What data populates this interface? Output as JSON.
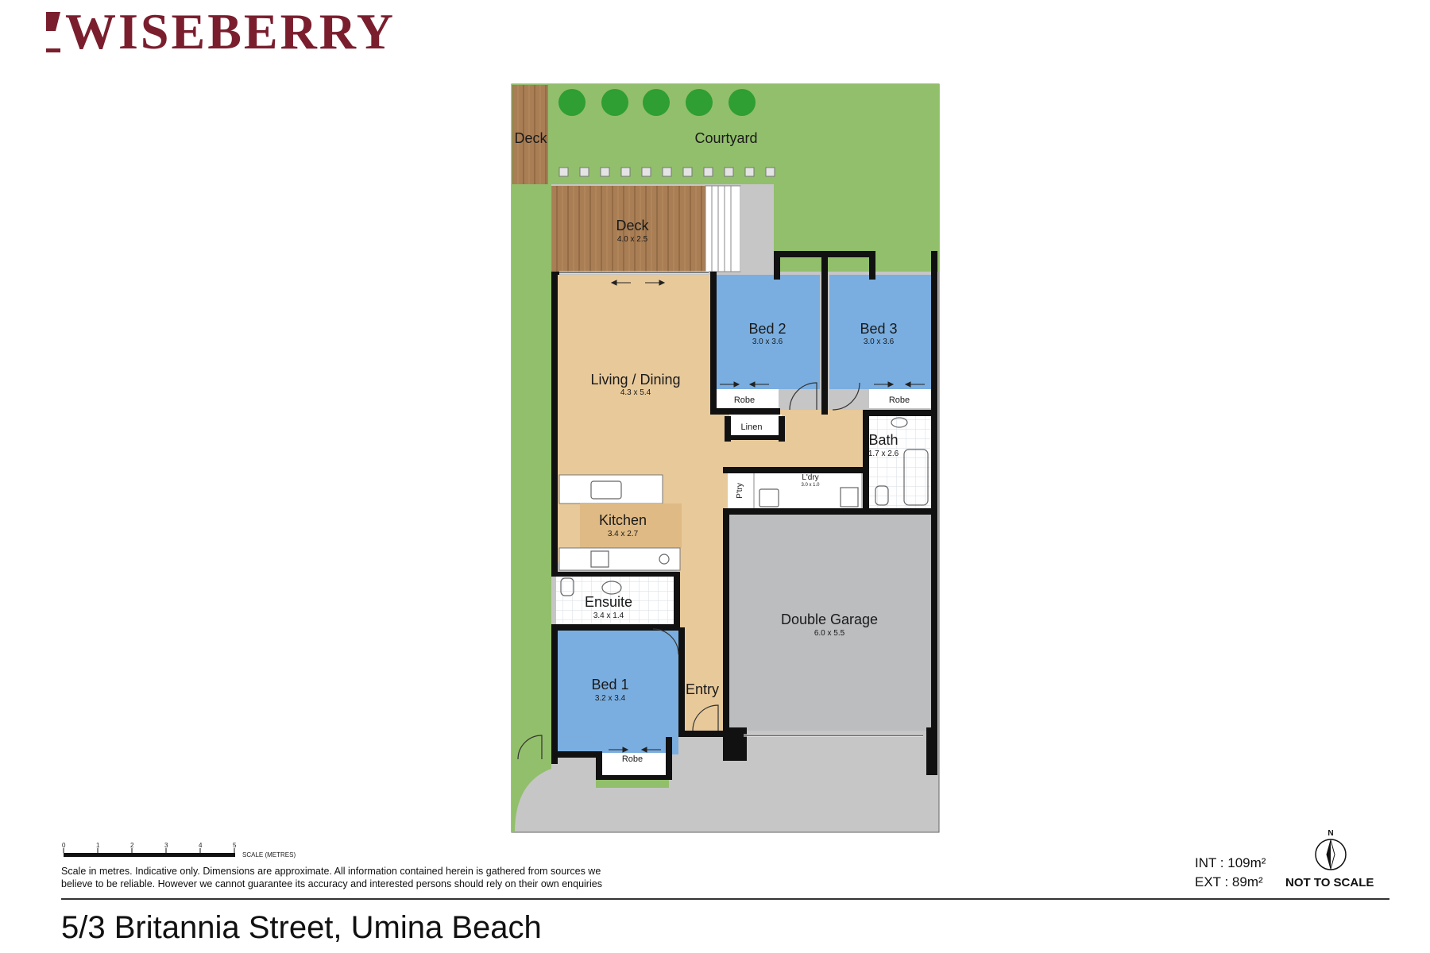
{
  "brand": {
    "name": "WISEBERRY",
    "color": "#7a1e2e"
  },
  "rooms": {
    "deck_top": {
      "name": "Deck"
    },
    "courtyard": {
      "name": "Courtyard"
    },
    "deck": {
      "name": "Deck",
      "dims": "4.0 x 2.5"
    },
    "bed2": {
      "name": "Bed 2",
      "dims": "3.0 x 3.6"
    },
    "bed3": {
      "name": "Bed 3",
      "dims": "3.0 x 3.6"
    },
    "living": {
      "name": "Living / Dining",
      "dims": "4.3 x 5.4"
    },
    "robe2": {
      "name": "Robe"
    },
    "robe3": {
      "name": "Robe"
    },
    "linen": {
      "name": "Linen"
    },
    "bath": {
      "name": "Bath",
      "dims": "1.7 x 2.6"
    },
    "laundry": {
      "name": "L'dry",
      "dims": "3.0 x 1.0"
    },
    "pantry": {
      "name": "P'try"
    },
    "kitchen": {
      "name": "Kitchen",
      "dims": "3.4 x 2.7"
    },
    "ensuite": {
      "name": "Ensuite",
      "dims": "3.4 x 1.4"
    },
    "garage": {
      "name": "Double Garage",
      "dims": "6.0 x 5.5"
    },
    "bed1": {
      "name": "Bed 1",
      "dims": "3.2 x 3.4"
    },
    "entry": {
      "name": "Entry"
    },
    "robe1": {
      "name": "Robe"
    }
  },
  "colors": {
    "grass": "#92bf6b",
    "deck_wood": "#a97e55",
    "living_floor": "#e8c99a",
    "bedroom": "#7aaee0",
    "garage": "#bcbdbf",
    "paving": "#c6c6c6",
    "wall": "#111111",
    "tile": "#ffffff"
  },
  "scale_bar": {
    "ticks": [
      "0",
      "1",
      "2",
      "3",
      "4",
      "5"
    ],
    "caption": "SCALE (METRES)"
  },
  "disclaimer": "Scale in metres. Indicative only. Dimensions are approximate. All information contained herein is gathered from sources we believe to be reliable. However we cannot guarantee its accuracy and interested persons should rely on their own enquiries",
  "areas": {
    "internal": "INT : 109m²",
    "external": "EXT : 89m²"
  },
  "compass": {
    "north_label": "N"
  },
  "not_to_scale": "NOT TO SCALE",
  "address": "5/3 Britannia Street, Umina Beach"
}
